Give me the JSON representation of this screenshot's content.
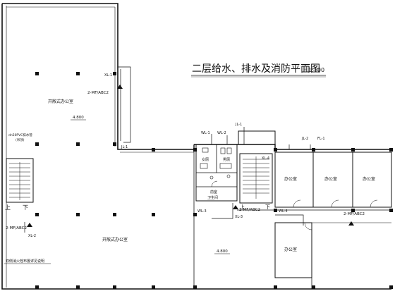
{
  "drawing": {
    "title": "二层给水、排水及消防平面图",
    "scale": "1:100"
  },
  "rooms": {
    "open_office_upper": "开敞式办公室",
    "open_office_lower": "开敞式办公室",
    "office_1": "办公室",
    "office_2": "办公室",
    "office_3": "办公室",
    "office_4": "办公室",
    "female_wc": "女厕",
    "male_wc": "男厕",
    "anteroom": "前室",
    "sanitary": "卫生间"
  },
  "equipment": {
    "extinguisher_1": "2-MF/ABC2",
    "extinguisher_2": "2-MF/ABC2",
    "extinguisher_3": "2-MF/ABC2",
    "extinguisher_4": "2-MF/ABC2"
  },
  "pipes": {
    "xl1": "XL-1",
    "xl2": "XL-2",
    "xl3": "XL-3",
    "xl4": "XL-4",
    "wl1": "WL-1",
    "wl2": "WL-2",
    "wl3": "WL-3",
    "wl4": "WL-4",
    "jl1": "JL-1",
    "jl2": "JL-2",
    "fl1": "FL-1",
    "jl_top": "JL-1"
  },
  "dims": {
    "elev_upper": "4.800",
    "elev_lower": "4.800"
  },
  "notes": {
    "pipe_note": "dn50PVC排水管",
    "pipe_note2": "(吊顶)",
    "bottom_note": "双侧消火栓布置详见说明"
  },
  "stair": {
    "up_a": "上",
    "down_a": "下",
    "up_b": "上",
    "down_b": "下"
  }
}
